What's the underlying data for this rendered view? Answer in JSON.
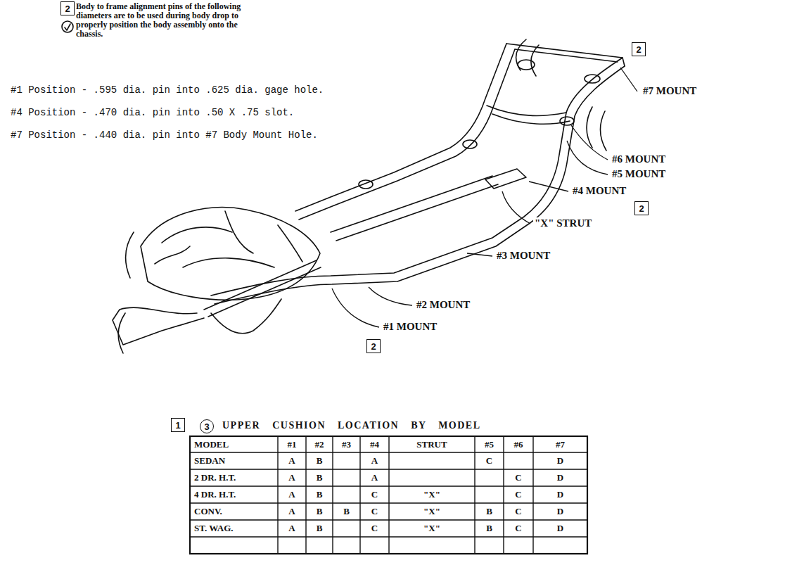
{
  "diagram": {
    "nodes": [
      {
        "text": [
          "2"
        ]
      },
      {
        "text": [
          "2"
        ]
      },
      {
        "text": [
          "2"
        ]
      },
      {
        "text": [
          "2"
        ]
      },
      {
        "text": [
          "1"
        ]
      },
      {
        "text": [
          "3"
        ]
      }
    ],
    "labels": [
      "Body to frame alignment pins of the following diameters are to be used during body drop to properly position the body assembly onto the chassis.",
      "#1 Position - .595 dia. pin into .625 dia. gage hole.",
      "#4 Position - .470 dia. pin into .50 X .75 slot.",
      "#7 Position - .440 dia. pin into #7 Body Mount Hole.",
      "#7 MOUNT",
      "#6 MOUNT",
      "#5 MOUNT",
      "#4 MOUNT",
      "\"X\" STRUT",
      "#3 MOUNT",
      "#2 MOUNT",
      "#1 MOUNT",
      "UPPER CUSHION LOCATION BY MODEL",
      "MODEL",
      "#1",
      "#2",
      "#3",
      "#4",
      "STRUT",
      "#5",
      "#6",
      "#7",
      "SEDAN",
      "A",
      "B",
      "A",
      "C",
      "D",
      "2 DR. H.T.",
      "A",
      "B",
      "A",
      "C",
      "D",
      "4 DR. H.T.",
      "A",
      "B",
      "C",
      "\"X\"",
      "C",
      "D",
      "CONV.",
      "A",
      "B",
      "B",
      "C",
      "\"X\"",
      "B",
      "C",
      "D",
      "ST. WAG.",
      "A",
      "B",
      "C",
      "\"X\"",
      "B",
      "C",
      "D"
    ]
  }
}
